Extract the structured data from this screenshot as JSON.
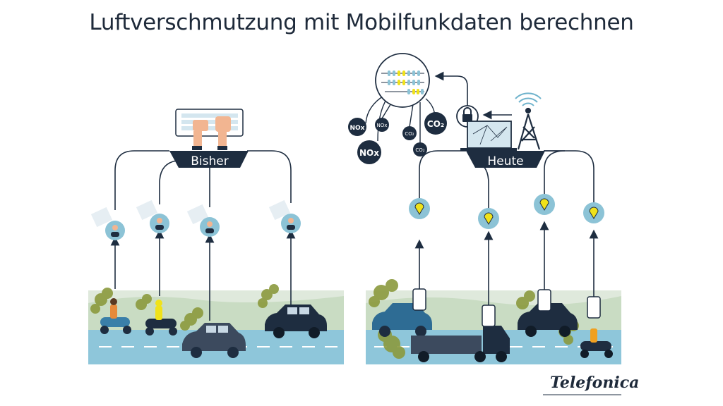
{
  "title": "Luftverschmutzung mit Mobilfunkdaten berechnen",
  "left_panel": {
    "label": "Bisher"
  },
  "right_panel": {
    "label": "Heute",
    "pollutants": [
      "NOx",
      "NOx",
      "NOx",
      "CO₂",
      "CO₂",
      "CO₂"
    ]
  },
  "brand": {
    "logo_text": "Telefonica"
  },
  "colors": {
    "navy": "#1e2d40",
    "light_blue": "#8cc3d6",
    "road": "#8ec6da",
    "smog": "#8b9a3e",
    "accent_yellow": "#f0e21a",
    "skin": "#f2b591"
  }
}
